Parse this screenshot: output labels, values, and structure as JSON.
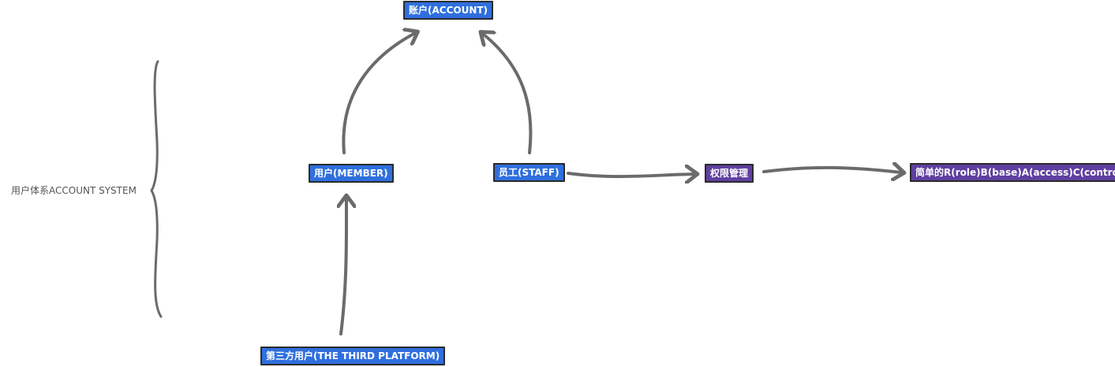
{
  "root": {
    "label": "用户体系ACCOUNT SYSTEM"
  },
  "nodes": {
    "account": {
      "label": "账户(ACCOUNT)",
      "color": "#2f6fde"
    },
    "member": {
      "label": "用户(MEMBER)",
      "color": "#2f6fde"
    },
    "staff": {
      "label": "员工(STAFF)",
      "color": "#2f6fde"
    },
    "third_platform": {
      "label": "第三方用户(THE THIRD PLATFORM)",
      "color": "#2f6fde"
    },
    "permission": {
      "label": "权限管理",
      "color": "#5f3fa0"
    },
    "rbac": {
      "label": "简单的R(role)B(base)A(access)C(control)",
      "color": "#5f3fa0"
    }
  },
  "colors": {
    "edge": "#6b6b6b",
    "node_border": "#2b2b2b",
    "background": "#ffffff"
  }
}
